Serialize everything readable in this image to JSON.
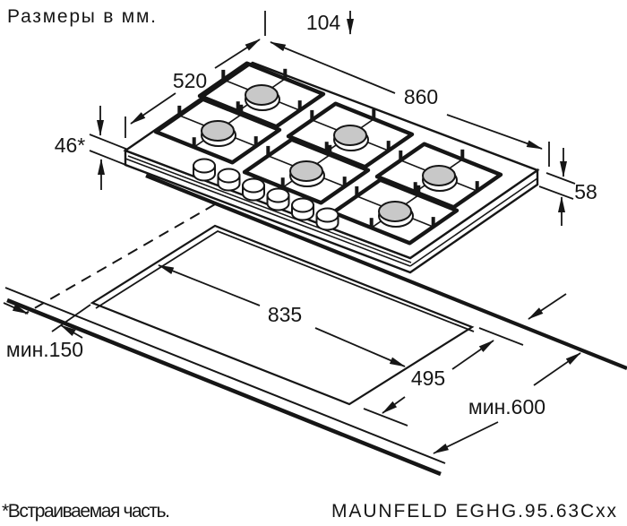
{
  "page": {
    "units_note": "Размеры в мм.",
    "footnote": "*Встраиваемая часть.",
    "model": "MAUNFELD EGHG.95.63Cxx"
  },
  "drawing": {
    "type": "installation-dimensions",
    "product": "6-burner gas hob",
    "burner_count": 6,
    "knob_count": 6
  },
  "dimensions": {
    "burner_edge_offset": "104",
    "depth": "520",
    "width": "860",
    "builtin_height": "46*",
    "total_height": "58",
    "cutout_width": "835",
    "cutout_depth": "495",
    "min_side_clearance": "мин.150",
    "min_front_clearance": "мин.600"
  },
  "colors": {
    "line": "#161616",
    "burner_cap": "#c8c8c8",
    "background": "#ffffff"
  }
}
